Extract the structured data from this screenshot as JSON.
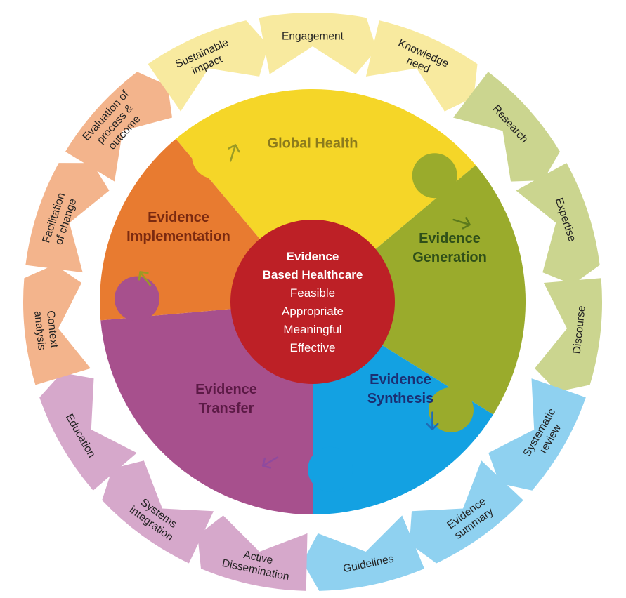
{
  "colors": {
    "yellow": "#f5d628",
    "green": "#9aab2c",
    "blue": "#13a1e2",
    "purple": "#a7508d",
    "orange": "#e87b30",
    "center": "#bd2026",
    "seg_yellow": "#f8ea9f",
    "seg_green": "#cbd58f",
    "seg_blue": "#8fd1f0",
    "seg_purple": "#d6a8cb",
    "seg_orange": "#f3b48c",
    "text_global": "#8c7b1c",
    "text_generation": "#2f4f19",
    "text_synthesis": "#1b2f73",
    "text_transfer": "#5c1a46",
    "text_implementation": "#7b2a10",
    "arrow_yellow": "#9a9a25",
    "arrow_green": "#5c7a1c",
    "arrow_blue": "#1f6bb5",
    "arrow_purple": "#8f4a9e"
  },
  "center": {
    "title": [
      "Evidence",
      "Based Healthcare"
    ],
    "attributes": [
      "Feasible",
      "Appropriate",
      "Meaningful",
      "Effective"
    ]
  },
  "quadrants": [
    {
      "id": "global-health",
      "lines": [
        "Global Health"
      ]
    },
    {
      "id": "evidence-generation",
      "lines": [
        "Evidence",
        "Generation"
      ]
    },
    {
      "id": "evidence-synthesis",
      "lines": [
        "Evidence",
        "Synthesis"
      ]
    },
    {
      "id": "evidence-transfer",
      "lines": [
        "Evidence",
        "Transfer"
      ]
    },
    {
      "id": "evidence-implementation",
      "lines": [
        "Evidence",
        "Implementation"
      ]
    }
  ],
  "outer_ring": [
    {
      "id": "engagement",
      "group": "yellow",
      "lines": [
        "Engagement"
      ]
    },
    {
      "id": "knowledge-need",
      "group": "yellow",
      "lines": [
        "Knowledge",
        "need"
      ]
    },
    {
      "id": "research",
      "group": "green",
      "lines": [
        "Research"
      ]
    },
    {
      "id": "expertise",
      "group": "green",
      "lines": [
        "Expertise"
      ]
    },
    {
      "id": "discourse",
      "group": "green",
      "lines": [
        "Discourse"
      ]
    },
    {
      "id": "systematic-review",
      "group": "blue",
      "lines": [
        "Systematic",
        "review"
      ]
    },
    {
      "id": "evidence-summary",
      "group": "blue",
      "lines": [
        "Evidence",
        "summary"
      ]
    },
    {
      "id": "guidelines",
      "group": "blue",
      "lines": [
        "Guidelines"
      ]
    },
    {
      "id": "active-dissemination",
      "group": "purple",
      "lines": [
        "Active",
        "Dissemination"
      ]
    },
    {
      "id": "systems-integration",
      "group": "purple",
      "lines": [
        "Systems",
        "integration"
      ]
    },
    {
      "id": "education",
      "group": "purple",
      "lines": [
        "Education"
      ]
    },
    {
      "id": "context-analysis",
      "group": "orange",
      "lines": [
        "Context",
        "analysis"
      ]
    },
    {
      "id": "facilitation-of-change",
      "group": "orange",
      "lines": [
        "Facilitation",
        "of change"
      ]
    },
    {
      "id": "evaluation-of-process-outcome",
      "group": "orange",
      "lines": [
        "Evaluation of",
        "process &",
        "outcome"
      ]
    },
    {
      "id": "sustainable-impact",
      "group": "yellow",
      "lines": [
        "Sustainable",
        "impact"
      ]
    }
  ]
}
